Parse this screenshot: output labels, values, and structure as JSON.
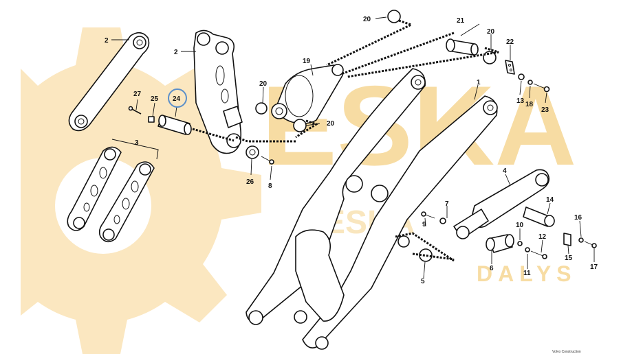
{
  "watermark": {
    "brand": "ESKA",
    "sub": "DALYS"
  },
  "footer": {
    "credit": "Volvo Construction"
  },
  "highlight": {
    "part": "24",
    "color": "#5b8fc9"
  },
  "colors": {
    "watermark": "#fbe7c0",
    "line": "#111111"
  },
  "callouts": [
    {
      "id": "c20a",
      "label": "20"
    },
    {
      "id": "c21",
      "label": "21"
    },
    {
      "id": "c20b",
      "label": "20"
    },
    {
      "id": "c22",
      "label": "22"
    },
    {
      "id": "c2a",
      "label": "2"
    },
    {
      "id": "c2b",
      "label": "2"
    },
    {
      "id": "c19",
      "label": "19"
    },
    {
      "id": "c1",
      "label": "1"
    },
    {
      "id": "c20c",
      "label": "20"
    },
    {
      "id": "c13",
      "label": "13"
    },
    {
      "id": "c18",
      "label": "18"
    },
    {
      "id": "c23",
      "label": "23"
    },
    {
      "id": "c27",
      "label": "27"
    },
    {
      "id": "c25",
      "label": "25"
    },
    {
      "id": "c24",
      "label": "24"
    },
    {
      "id": "c20d",
      "label": "20"
    },
    {
      "id": "c3",
      "label": "3"
    },
    {
      "id": "c26",
      "label": "26"
    },
    {
      "id": "c8",
      "label": "8"
    },
    {
      "id": "c4",
      "label": "4"
    },
    {
      "id": "c7",
      "label": "7"
    },
    {
      "id": "c14",
      "label": "14"
    },
    {
      "id": "c9",
      "label": "9"
    },
    {
      "id": "c16",
      "label": "16"
    },
    {
      "id": "c10",
      "label": "10"
    },
    {
      "id": "c12",
      "label": "12"
    },
    {
      "id": "c6",
      "label": "6"
    },
    {
      "id": "c15",
      "label": "15"
    },
    {
      "id": "c11",
      "label": "11"
    },
    {
      "id": "c17",
      "label": "17"
    },
    {
      "id": "c5",
      "label": "5"
    }
  ]
}
